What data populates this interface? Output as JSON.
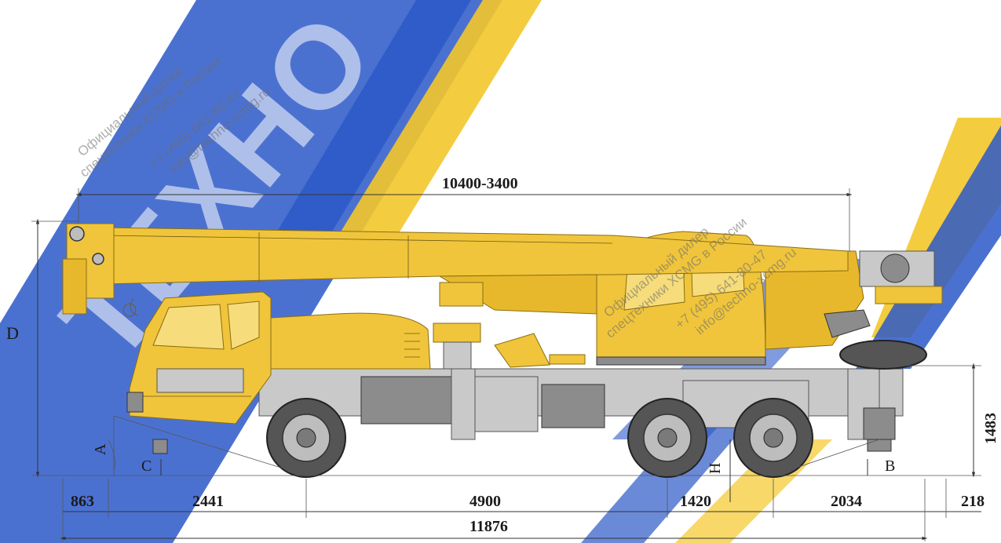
{
  "dimensions": {
    "boom_length": "10400-3400",
    "front_overhang": "863",
    "wheelbase_1": "2441",
    "wheelbase_2": "4900",
    "wheelbase_3": "1420",
    "wheelbase_4": "2034",
    "rear_overhang": "218",
    "total_length": "11876",
    "height_right": "1483"
  },
  "letters": {
    "height": "D",
    "approach_angle": "A",
    "ground_clearance_front": "C",
    "ground_clearance_axle": "H",
    "departure_angle": "B"
  },
  "watermark": {
    "line1": "Официальный дилер",
    "line2": "спецтехники XCMG в России",
    "line3": "+7 (495) 641-80-47",
    "line4": "info@techno-xcmg.ru",
    "brand": "ТЕХНО"
  },
  "colors": {
    "crane_yellow": "#f0c53b",
    "stripe_blue": "#2b58c8",
    "stripe_yellow": "#f3c72a"
  }
}
